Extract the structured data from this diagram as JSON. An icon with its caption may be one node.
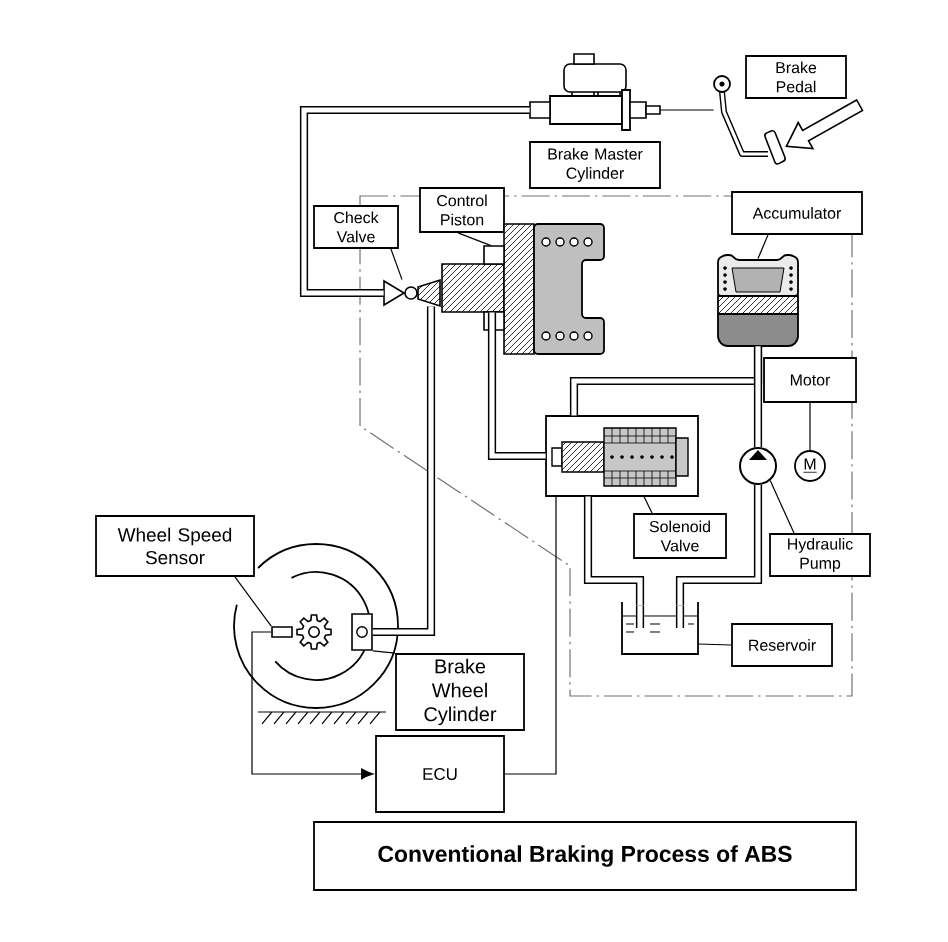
{
  "diagram": {
    "title": "Conventional Braking Process of ABS",
    "nodes": [
      {
        "text": [
          "Brake Pedal"
        ]
      },
      {
        "text": [
          "Brake Master Cylinder"
        ]
      },
      {
        "text": [
          "Check Valve"
        ]
      },
      {
        "text": [
          "Control Piston"
        ]
      },
      {
        "text": [
          "Accumulator"
        ]
      },
      {
        "text": [
          "Motor"
        ]
      },
      {
        "text": [
          "Wheel Speed Sensor"
        ]
      },
      {
        "text": [
          "Solenoid Valve"
        ]
      },
      {
        "text": [
          "Hydraulic Pump"
        ]
      },
      {
        "text": [
          "Reservoir"
        ]
      },
      {
        "text": [
          "Brake Wheel Cylinder"
        ]
      },
      {
        "text": [
          "ECU"
        ]
      },
      {
        "text": [
          "M"
        ]
      },
      {
        "text": [],
        "shape": "picture"
      },
      {
        "text": [],
        "shape": "picture"
      },
      {
        "text": [],
        "shape": "picture"
      },
      {
        "text": [],
        "shape": "picture"
      },
      {
        "text": [],
        "shape": "picture"
      },
      {
        "text": [],
        "shape": "circle"
      },
      {
        "text": [],
        "shape": "picture"
      },
      {
        "text": [],
        "shape": "picture"
      },
      {
        "text": [],
        "shape": "box"
      },
      {
        "text": [],
        "shape": "box"
      }
    ],
    "edges": [
      {
        "from": 13,
        "to": 14,
        "arrow": "none"
      },
      {
        "from": 14,
        "to": 15,
        "arrow": "none",
        "style": "thick"
      },
      {
        "from": 15,
        "to": 22,
        "arrow": "none",
        "style": "thick"
      },
      {
        "from": 16,
        "to": 19,
        "arrow": "none",
        "style": "thick"
      },
      {
        "from": 17,
        "to": 19,
        "arrow": "none",
        "style": "thick"
      },
      {
        "from": 17,
        "to": 18,
        "arrow": "none",
        "style": "thick"
      },
      {
        "from": 19,
        "to": 20,
        "arrow": "none",
        "style": "thick"
      },
      {
        "from": 18,
        "to": 20,
        "arrow": "none",
        "style": "thick"
      },
      {
        "from": 2,
        "to": 15,
        "arrow": "none"
      },
      {
        "from": 3,
        "to": 16,
        "arrow": "none"
      },
      {
        "from": 4,
        "to": 17,
        "arrow": "none"
      },
      {
        "from": 5,
        "to": 12,
        "arrow": "none"
      },
      {
        "from": 6,
        "to": 21,
        "arrow": "none"
      },
      {
        "from": 7,
        "to": 19,
        "arrow": "none"
      },
      {
        "from": 8,
        "to": 18,
        "arrow": "none"
      },
      {
        "from": 9,
        "to": 20,
        "arrow": "none"
      },
      {
        "from": 10,
        "to": 22,
        "arrow": "none"
      },
      {
        "from": 21,
        "to": 11,
        "arrow": "to"
      },
      {
        "from": 11,
        "to": 19,
        "arrow": "none"
      },
      {
        "from": null,
        "to": 13,
        "arrow": "to",
        "style": "thick"
      }
    ]
  }
}
